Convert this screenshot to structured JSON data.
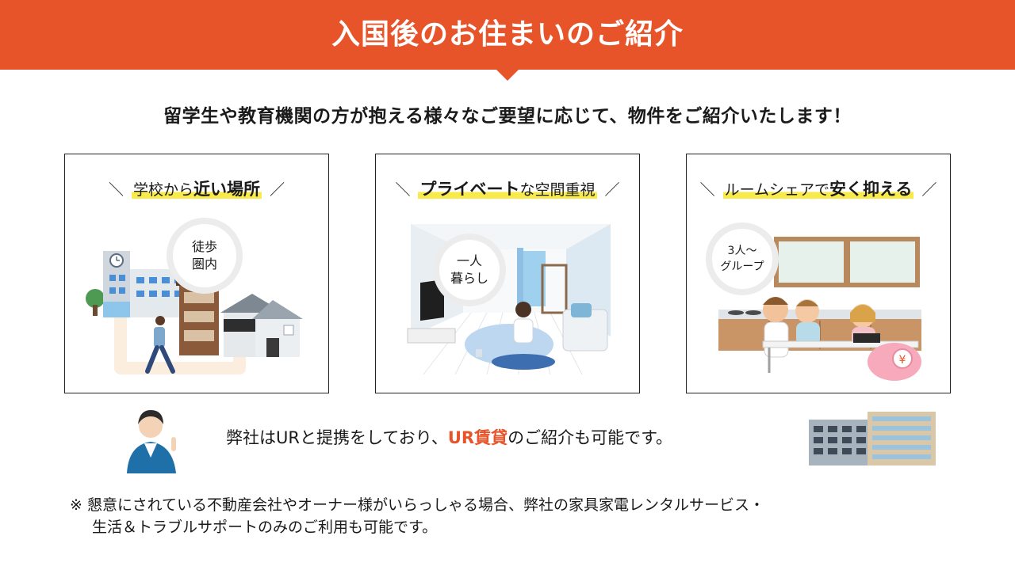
{
  "header": {
    "title": "入国後のお住まいのご紹介"
  },
  "subtitle": "留学生や教育機関の方が抱える様々なご要望に応じて、物件をご紹介いたします！",
  "cards": [
    {
      "slash_left": "＼",
      "heading_normal": "学校から",
      "heading_strong": "近い場所",
      "slash_right": "／",
      "badge_line1": "徒歩",
      "badge_line2": "圏内"
    },
    {
      "slash_left": "＼",
      "heading_strong": "プライベート",
      "heading_normal": "な空間重視",
      "slash_right": "／",
      "badge_line1": "一人",
      "badge_line2": "暮らし"
    },
    {
      "slash_left": "＼",
      "heading_normal": "ルームシェアで",
      "heading_strong": "安く抑える",
      "slash_right": "／",
      "badge_line1": "3人～",
      "badge_line2": "グループ"
    }
  ],
  "ur": {
    "text_before": "弊社はURと提携をしており、",
    "text_strong": "UR賃貸",
    "text_after": "のご紹介も可能です。"
  },
  "note": {
    "line1": "※ 懇意にされている不動産会社やオーナー様がいらっしゃる場合、弊社の家具家電レンタルサービス・",
    "line2": "生活＆トラブルサポートのみのご利用も可能です。"
  },
  "colors": {
    "accent": "#e8542a",
    "highlight": "#f8ea4a"
  }
}
